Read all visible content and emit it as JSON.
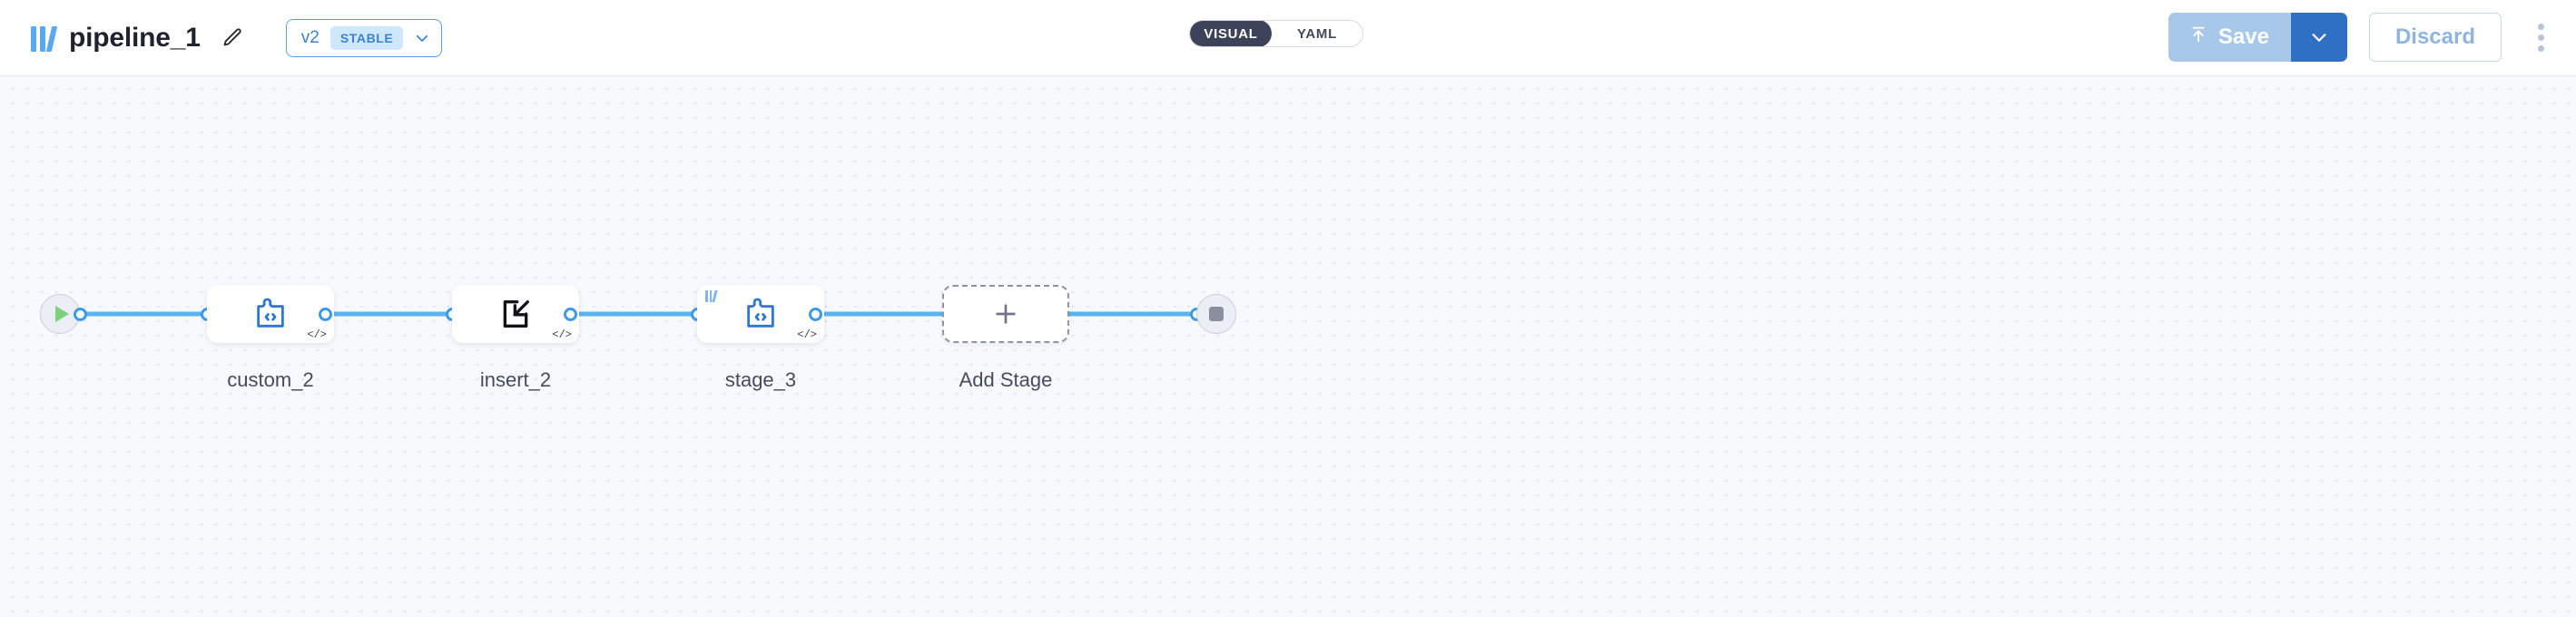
{
  "header": {
    "logo_icon": "bars-logo-icon",
    "title": "pipeline_1",
    "edit_icon": "pencil-icon",
    "version": {
      "label": "v2",
      "status": "STABLE",
      "caret_icon": "chevron-down-icon"
    },
    "mode_toggle": {
      "visual": "VISUAL",
      "yaml": "YAML",
      "active": "VISUAL"
    },
    "save": {
      "label": "Save",
      "icon": "upload-icon",
      "caret_icon": "chevron-down-icon",
      "disabled": true
    },
    "discard": {
      "label": "Discard"
    },
    "overflow_icon": "kebab-menu-icon"
  },
  "canvas": {
    "start_node": {
      "name": "start",
      "icon": "play-icon"
    },
    "end_node": {
      "name": "end",
      "icon": "stop-icon"
    },
    "stages": [
      {
        "label": "custom_2",
        "icon": "puzzle-code-icon",
        "badge": "code-badge",
        "shared": false
      },
      {
        "label": "insert_2",
        "icon": "insert-arrow-icon",
        "badge": "code-badge",
        "shared": false
      },
      {
        "label": "stage_3",
        "icon": "puzzle-code-icon",
        "badge": "code-badge",
        "shared": true
      },
      {
        "label": "Add Stage",
        "icon": "plus-icon",
        "badge": null,
        "shared": false
      }
    ]
  },
  "colors": {
    "accent_blue": "#3e9ae8",
    "brand_blue": "#5aa9f0",
    "save_blue": "#2f6fc4",
    "toggle_dark": "#3c4257",
    "play_green": "#7ed07e",
    "stop_gray": "#8a8f9e"
  }
}
